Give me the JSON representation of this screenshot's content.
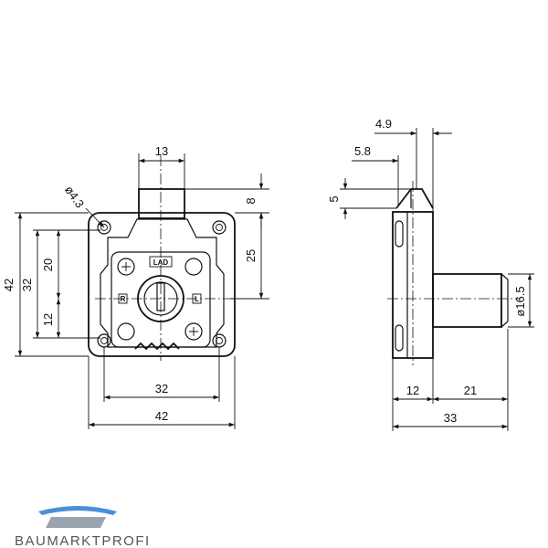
{
  "front_view": {
    "dims": {
      "top_width": "13",
      "height_42": "42",
      "height_32": "32",
      "height_20": "20",
      "height_12": "12",
      "height_25": "25",
      "height_8": "8",
      "hole_diameter": "ø4.3",
      "width_32": "32",
      "width_42": "42"
    },
    "labels": {
      "lad": "LAD",
      "right_mark": "R",
      "left_mark": "L"
    }
  },
  "side_view": {
    "dims": {
      "d_4_9": "4.9",
      "d_5_8": "5.8",
      "d_5": "5",
      "d_16_5": "ø16.5",
      "d_12": "12",
      "d_21": "21",
      "d_33": "33"
    }
  },
  "brand": {
    "name": "BAUMARKTPROFI",
    "colors": {
      "roof": "#4a90d9",
      "body": "#9aa3ad",
      "text": "#555555"
    }
  }
}
